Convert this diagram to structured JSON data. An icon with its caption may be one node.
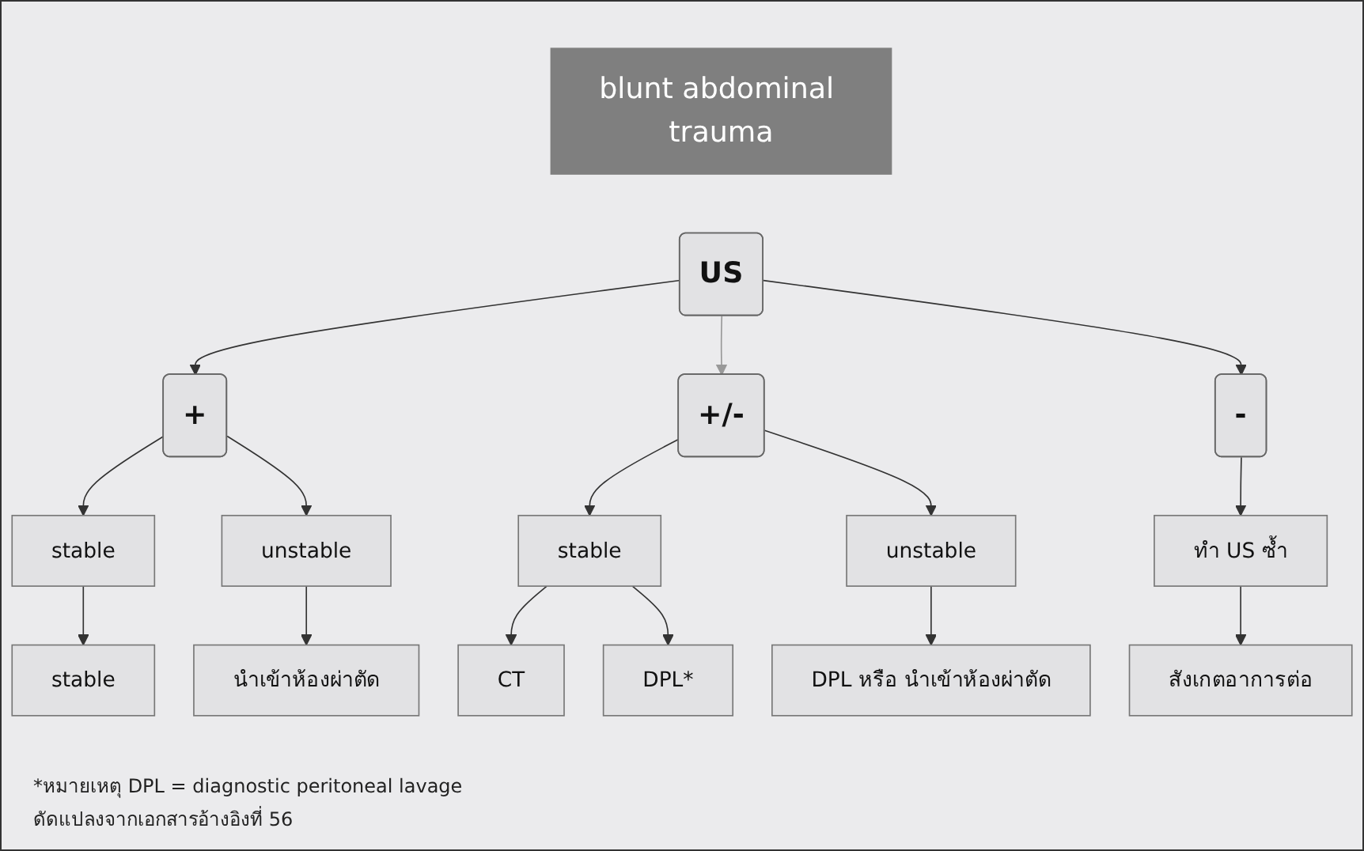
{
  "diagram": {
    "nodes": [
      {
        "text": [
          "blunt abdominal trauma"
        ]
      },
      {
        "text": [
          "US"
        ]
      },
      {
        "text": [
          "+"
        ]
      },
      {
        "text": [
          "+/-"
        ]
      },
      {
        "text": [
          "-"
        ]
      },
      {
        "text": [
          "stable"
        ]
      },
      {
        "text": [
          "unstable"
        ]
      },
      {
        "text": [
          "stable"
        ]
      },
      {
        "text": [
          "unstable"
        ]
      },
      {
        "text": [
          "ทำ US ซ้ำ"
        ]
      },
      {
        "text": [
          "stable"
        ]
      },
      {
        "text": [
          "นำเข้าห้องผ่าตัด"
        ]
      },
      {
        "text": [
          "CT"
        ]
      },
      {
        "text": [
          "DPL*"
        ]
      },
      {
        "text": [
          "DPL หรือ นำเข้าห้องผ่าตัด"
        ]
      },
      {
        "text": [
          "สังเกตอาการต่อ"
        ]
      }
    ],
    "edges": [
      {
        "from": 1,
        "to": 2,
        "arrow": "to"
      },
      {
        "from": 1,
        "to": 3,
        "arrow": "to",
        "color": "#999999"
      },
      {
        "from": 1,
        "to": 4,
        "arrow": "to"
      },
      {
        "from": 2,
        "to": 5,
        "arrow": "to"
      },
      {
        "from": 2,
        "to": 6,
        "arrow": "to"
      },
      {
        "from": 3,
        "to": 7,
        "arrow": "to"
      },
      {
        "from": 3,
        "to": 8,
        "arrow": "to"
      },
      {
        "from": 4,
        "to": 9,
        "arrow": "to"
      },
      {
        "from": 5,
        "to": 10,
        "arrow": "to"
      },
      {
        "from": 6,
        "to": 11,
        "arrow": "to"
      },
      {
        "from": 7,
        "to": 12,
        "arrow": "to"
      },
      {
        "from": 7,
        "to": 13,
        "arrow": "to"
      },
      {
        "from": 8,
        "to": 14,
        "arrow": "to"
      },
      {
        "from": 9,
        "to": 15,
        "arrow": "to"
      }
    ],
    "labels": [
      "*หมายเหตุ DPL = diagnostic peritoneal lavage",
      "ดัดแปลงจากเอกสารอ้างอิงที่ 56"
    ]
  }
}
